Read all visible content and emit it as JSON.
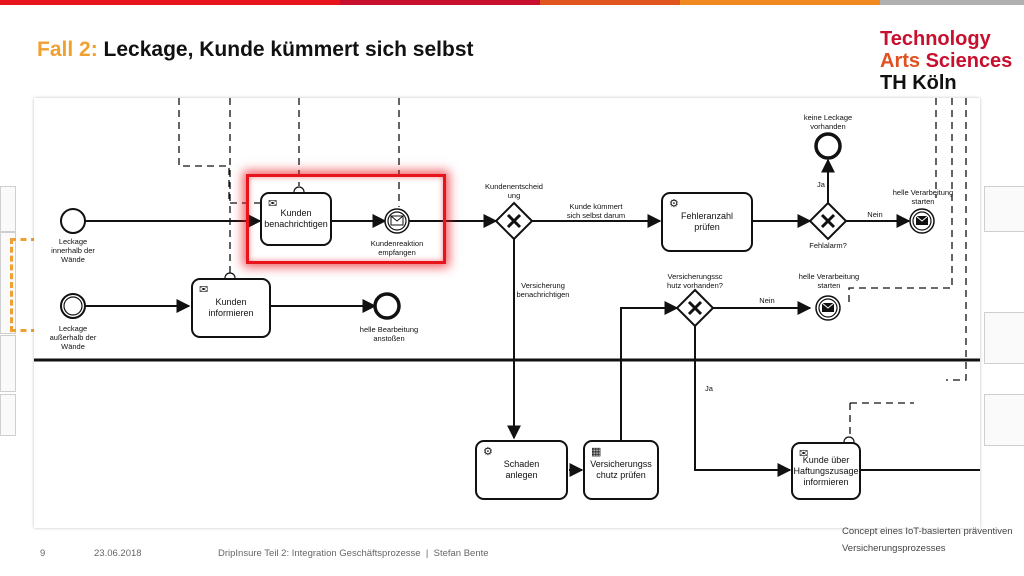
{
  "slide": {
    "title_highlight": "Fall 2:",
    "title_rest": "Leckage, Kunde kümmert sich selbst",
    "logo": {
      "line1": "Technology",
      "line2a": "Arts",
      "line2b": "Sciences",
      "line3": "TH Köln"
    },
    "footer": {
      "page": "9",
      "date": "23.06.2018",
      "text": "DripInsure Teil 2: Integration Geschäftsprozesse  |  Stefan Bente"
    },
    "side_note": {
      "line1": "Concept eines IoT-basierten präventiven",
      "line2": "Versicherungsprozesses"
    }
  },
  "colors": {
    "title_accent": "#f0a030",
    "highlight": "#e8141b",
    "logo_red": "#c8102e",
    "topbar": [
      "#e8141b",
      "#c8102e",
      "#e0541e",
      "#f08a20",
      "#b0b0b0"
    ]
  },
  "diagram": {
    "tasks": {
      "kunden_benachrichtigen": {
        "label": "Kunden\nbenachrichtigen",
        "icon": "envelope-icon"
      },
      "kunden_informieren": {
        "label": "Kunden\ninformieren",
        "icon": "envelope-icon"
      },
      "fehleranzahl_pruefen": {
        "label": "Fehleranzahl\nprüfen",
        "icon": "gear-icon"
      },
      "schaden_anlegen": {
        "label": "Schaden\nanlegen",
        "icon": "gear-icon"
      },
      "versicherungsschutz_pruefen": {
        "label": "Versicherungss\nchutz prüfen",
        "icon": "table-icon"
      },
      "kunde_ueber_haftung": {
        "label": "Kunde über\nHaftungszusage\ninformieren",
        "icon": "envelope-icon"
      }
    },
    "labels": {
      "start1": "Leckage\ninnerhalb der\nWände",
      "start2": "Leckage\naußerhalb der\nWände",
      "kundenreaktion": "Kundenreaktion\nempfangen",
      "gw1": "Kundenentscheid\nung",
      "kunde_kuemmert": "Kunde kümmert\nsich selbst darum",
      "vers_benachrichtigen": "Versicherung\nbenachrichtigen",
      "keine_leckage": "keine Leckage\nvorhanden",
      "ja1": "Ja",
      "nein1": "Nein",
      "fehlalarm": "Fehlalarm?",
      "helle1": "helle Verarbeitung\nstarten",
      "vs_vorhanden": "Versicherungssc\nhutz vorhanden?",
      "nein2": "Nein",
      "helle2": "helle Verarbeitung\nstarten",
      "ja2": "Ja",
      "helle_bearbeitung": "helle Bearbeitung\nanstoßen"
    }
  }
}
